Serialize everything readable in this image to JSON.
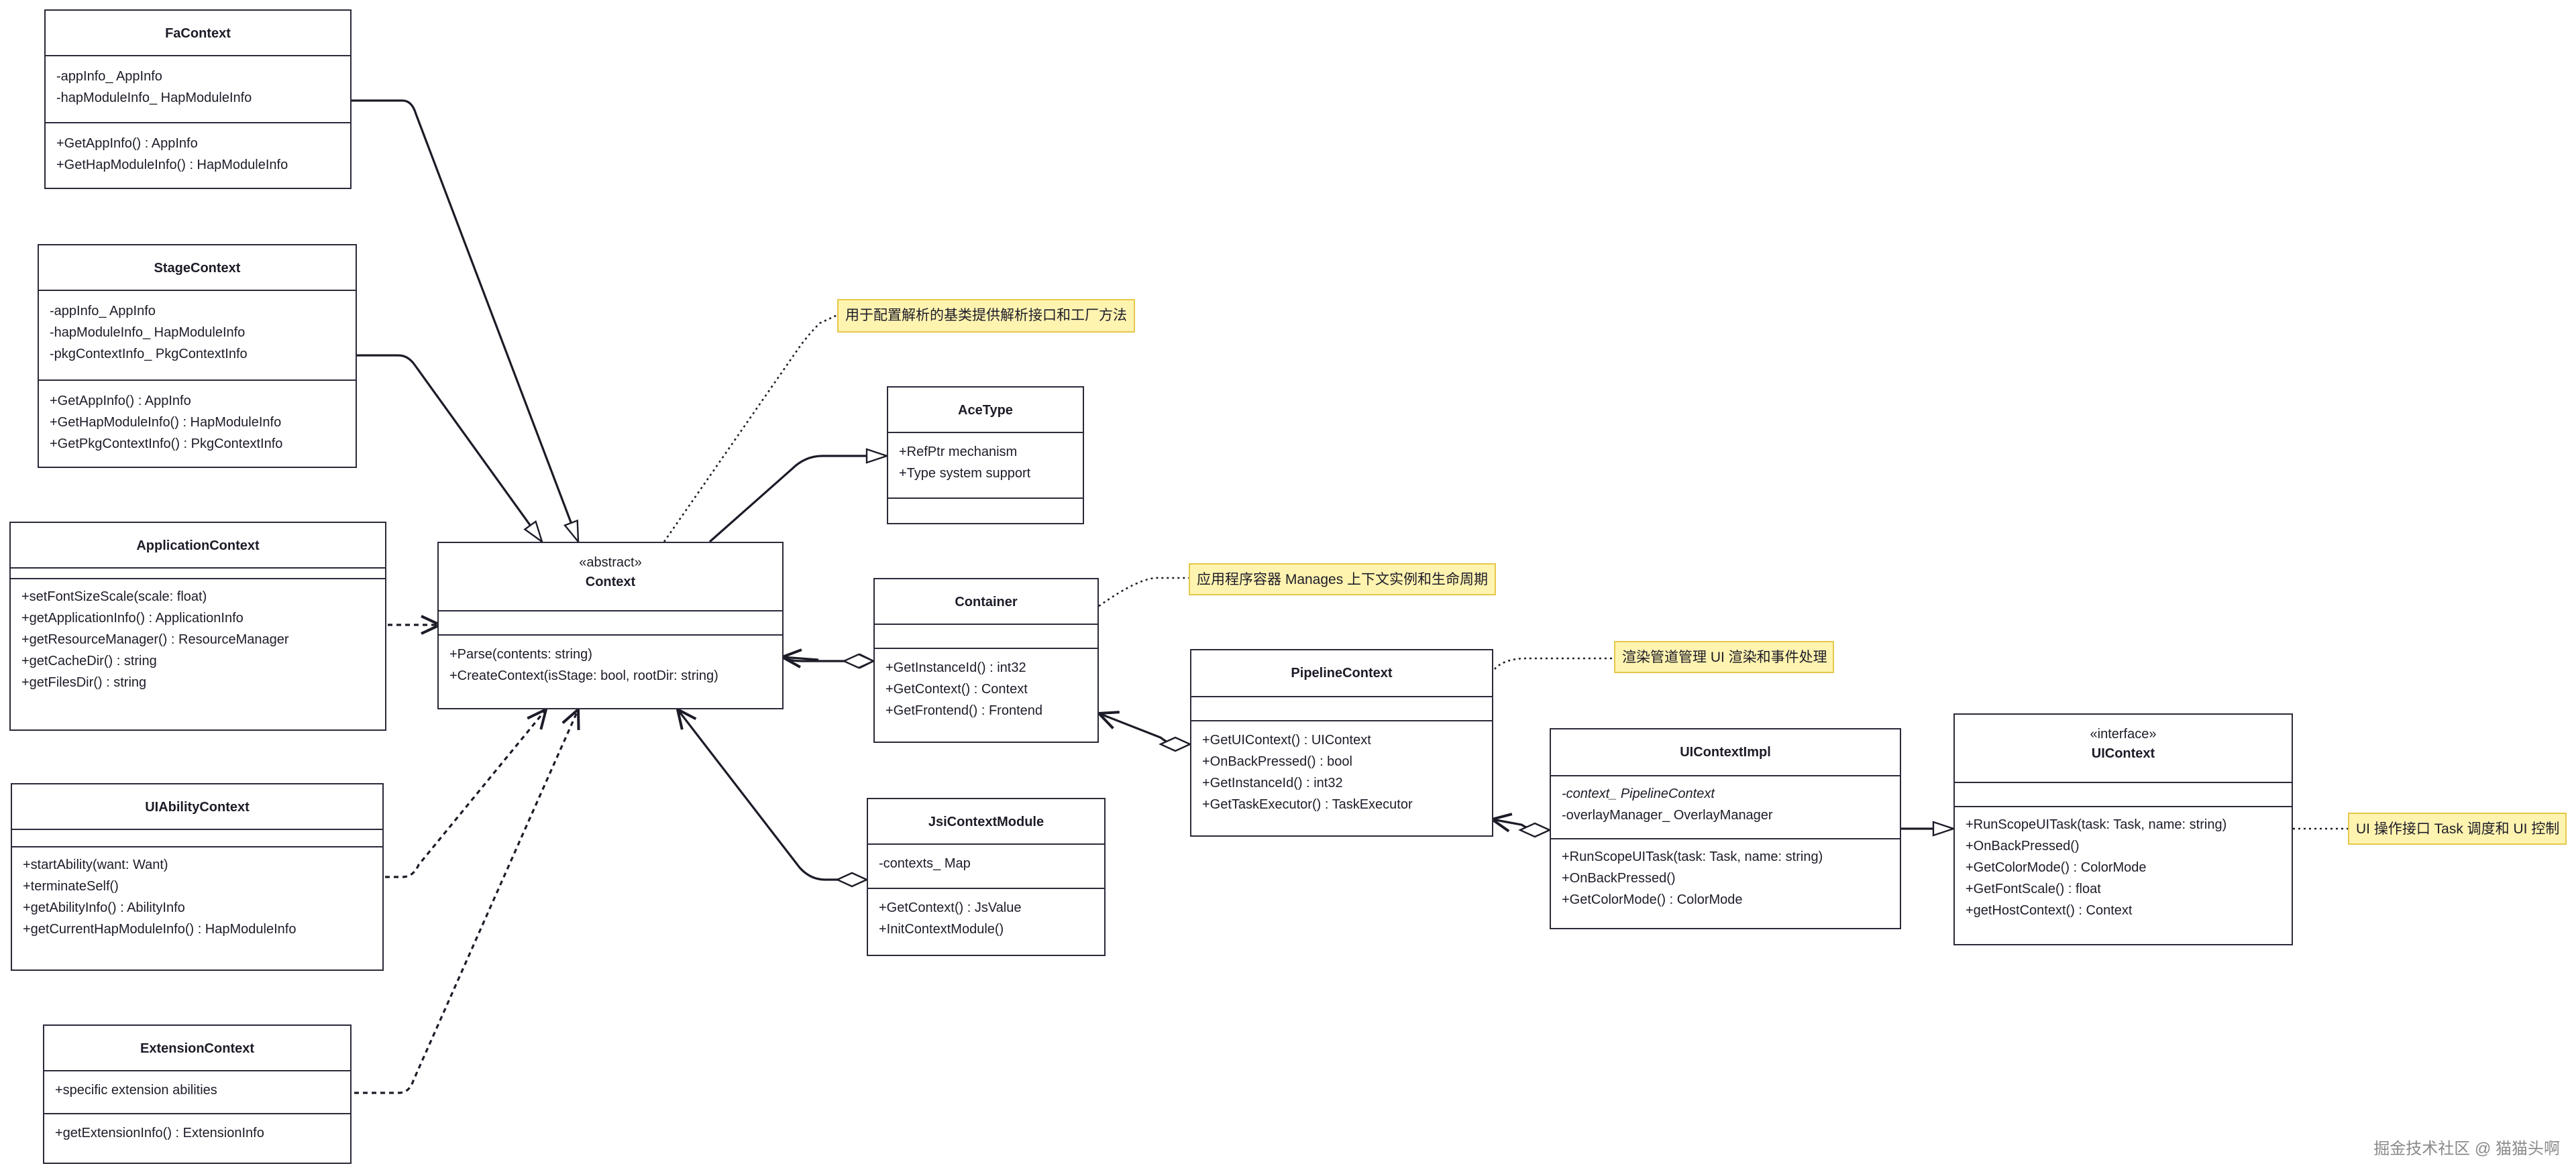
{
  "classes": {
    "fa": {
      "name": "FaContext",
      "attrs": [
        "-appInfo_ AppInfo",
        "-hapModuleInfo_ HapModuleInfo"
      ],
      "methods": [
        "+GetAppInfo() : AppInfo",
        "+GetHapModuleInfo() : HapModuleInfo"
      ]
    },
    "stage": {
      "name": "StageContext",
      "attrs": [
        "-appInfo_ AppInfo",
        "-hapModuleInfo_ HapModuleInfo",
        "-pkgContextInfo_ PkgContextInfo"
      ],
      "methods": [
        "+GetAppInfo() : AppInfo",
        "+GetHapModuleInfo() : HapModuleInfo",
        "+GetPkgContextInfo() : PkgContextInfo"
      ]
    },
    "application": {
      "name": "ApplicationContext",
      "methods": [
        "+setFontSizeScale(scale: float)",
        "+getApplicationInfo() : ApplicationInfo",
        "+getResourceManager() : ResourceManager",
        "+getCacheDir() : string",
        "+getFilesDir() : string"
      ]
    },
    "uiability": {
      "name": "UIAbilityContext",
      "methods": [
        "+startAbility(want: Want)",
        "+terminateSelf()",
        "+getAbilityInfo() : AbilityInfo",
        "+getCurrentHapModuleInfo() : HapModuleInfo"
      ]
    },
    "extension": {
      "name": "ExtensionContext",
      "attrs": [
        "+specific extension abilities"
      ],
      "methods": [
        "+getExtensionInfo() : ExtensionInfo"
      ]
    },
    "context": {
      "stereotype": "«abstract»",
      "name": "Context",
      "methods": [
        "+Parse(contents: string)",
        "+CreateContext(isStage: bool, rootDir: string)"
      ]
    },
    "acetype": {
      "name": "AceType",
      "attrs": [
        "+RefPtr mechanism",
        "+Type system support"
      ]
    },
    "container": {
      "name": "Container",
      "methods": [
        "+GetInstanceId() : int32",
        "+GetContext() : Context",
        "+GetFrontend() : Frontend"
      ]
    },
    "jsi": {
      "name": "JsiContextModule",
      "attrs": [
        "-contexts_ Map"
      ],
      "methods": [
        "+GetContext() : JsValue",
        "+InitContextModule()"
      ]
    },
    "pipeline": {
      "name": "PipelineContext",
      "methods": [
        "+GetUIContext() : UIContext",
        "+OnBackPressed() : bool",
        "+GetInstanceId() : int32",
        "+GetTaskExecutor() : TaskExecutor"
      ]
    },
    "uiimpl": {
      "name": "UIContextImpl",
      "attrs": [
        "-context_ PipelineContext",
        "-overlayManager_ OverlayManager"
      ],
      "methods": [
        "+RunScopeUITask(task: Task, name: string)",
        "+OnBackPressed()",
        "+GetColorMode() : ColorMode"
      ]
    },
    "uicontext": {
      "stereotype": "«interface»",
      "name": "UIContext",
      "methods": [
        "+RunScopeUITask(task: Task, name: string)",
        "+OnBackPressed()",
        "+GetColorMode() : ColorMode",
        "+GetFontScale() : float",
        "+getHostContext() : Context"
      ]
    }
  },
  "notes": {
    "context": "用于配置解析的基类提供解析接口和工厂方法",
    "container": "应用程序容器 Manages 上下文实例和生命周期",
    "pipeline": "渲染管道管理 UI 渲染和事件处理",
    "uicontext": "UI 操作接口 Task 调度和 UI 控制"
  },
  "watermark": "掘金技术社区 @ 猫猫头啊",
  "colors": {
    "line": "#1c1c28",
    "note_fill": "#fff3b0",
    "note_border": "#e6c84a"
  }
}
